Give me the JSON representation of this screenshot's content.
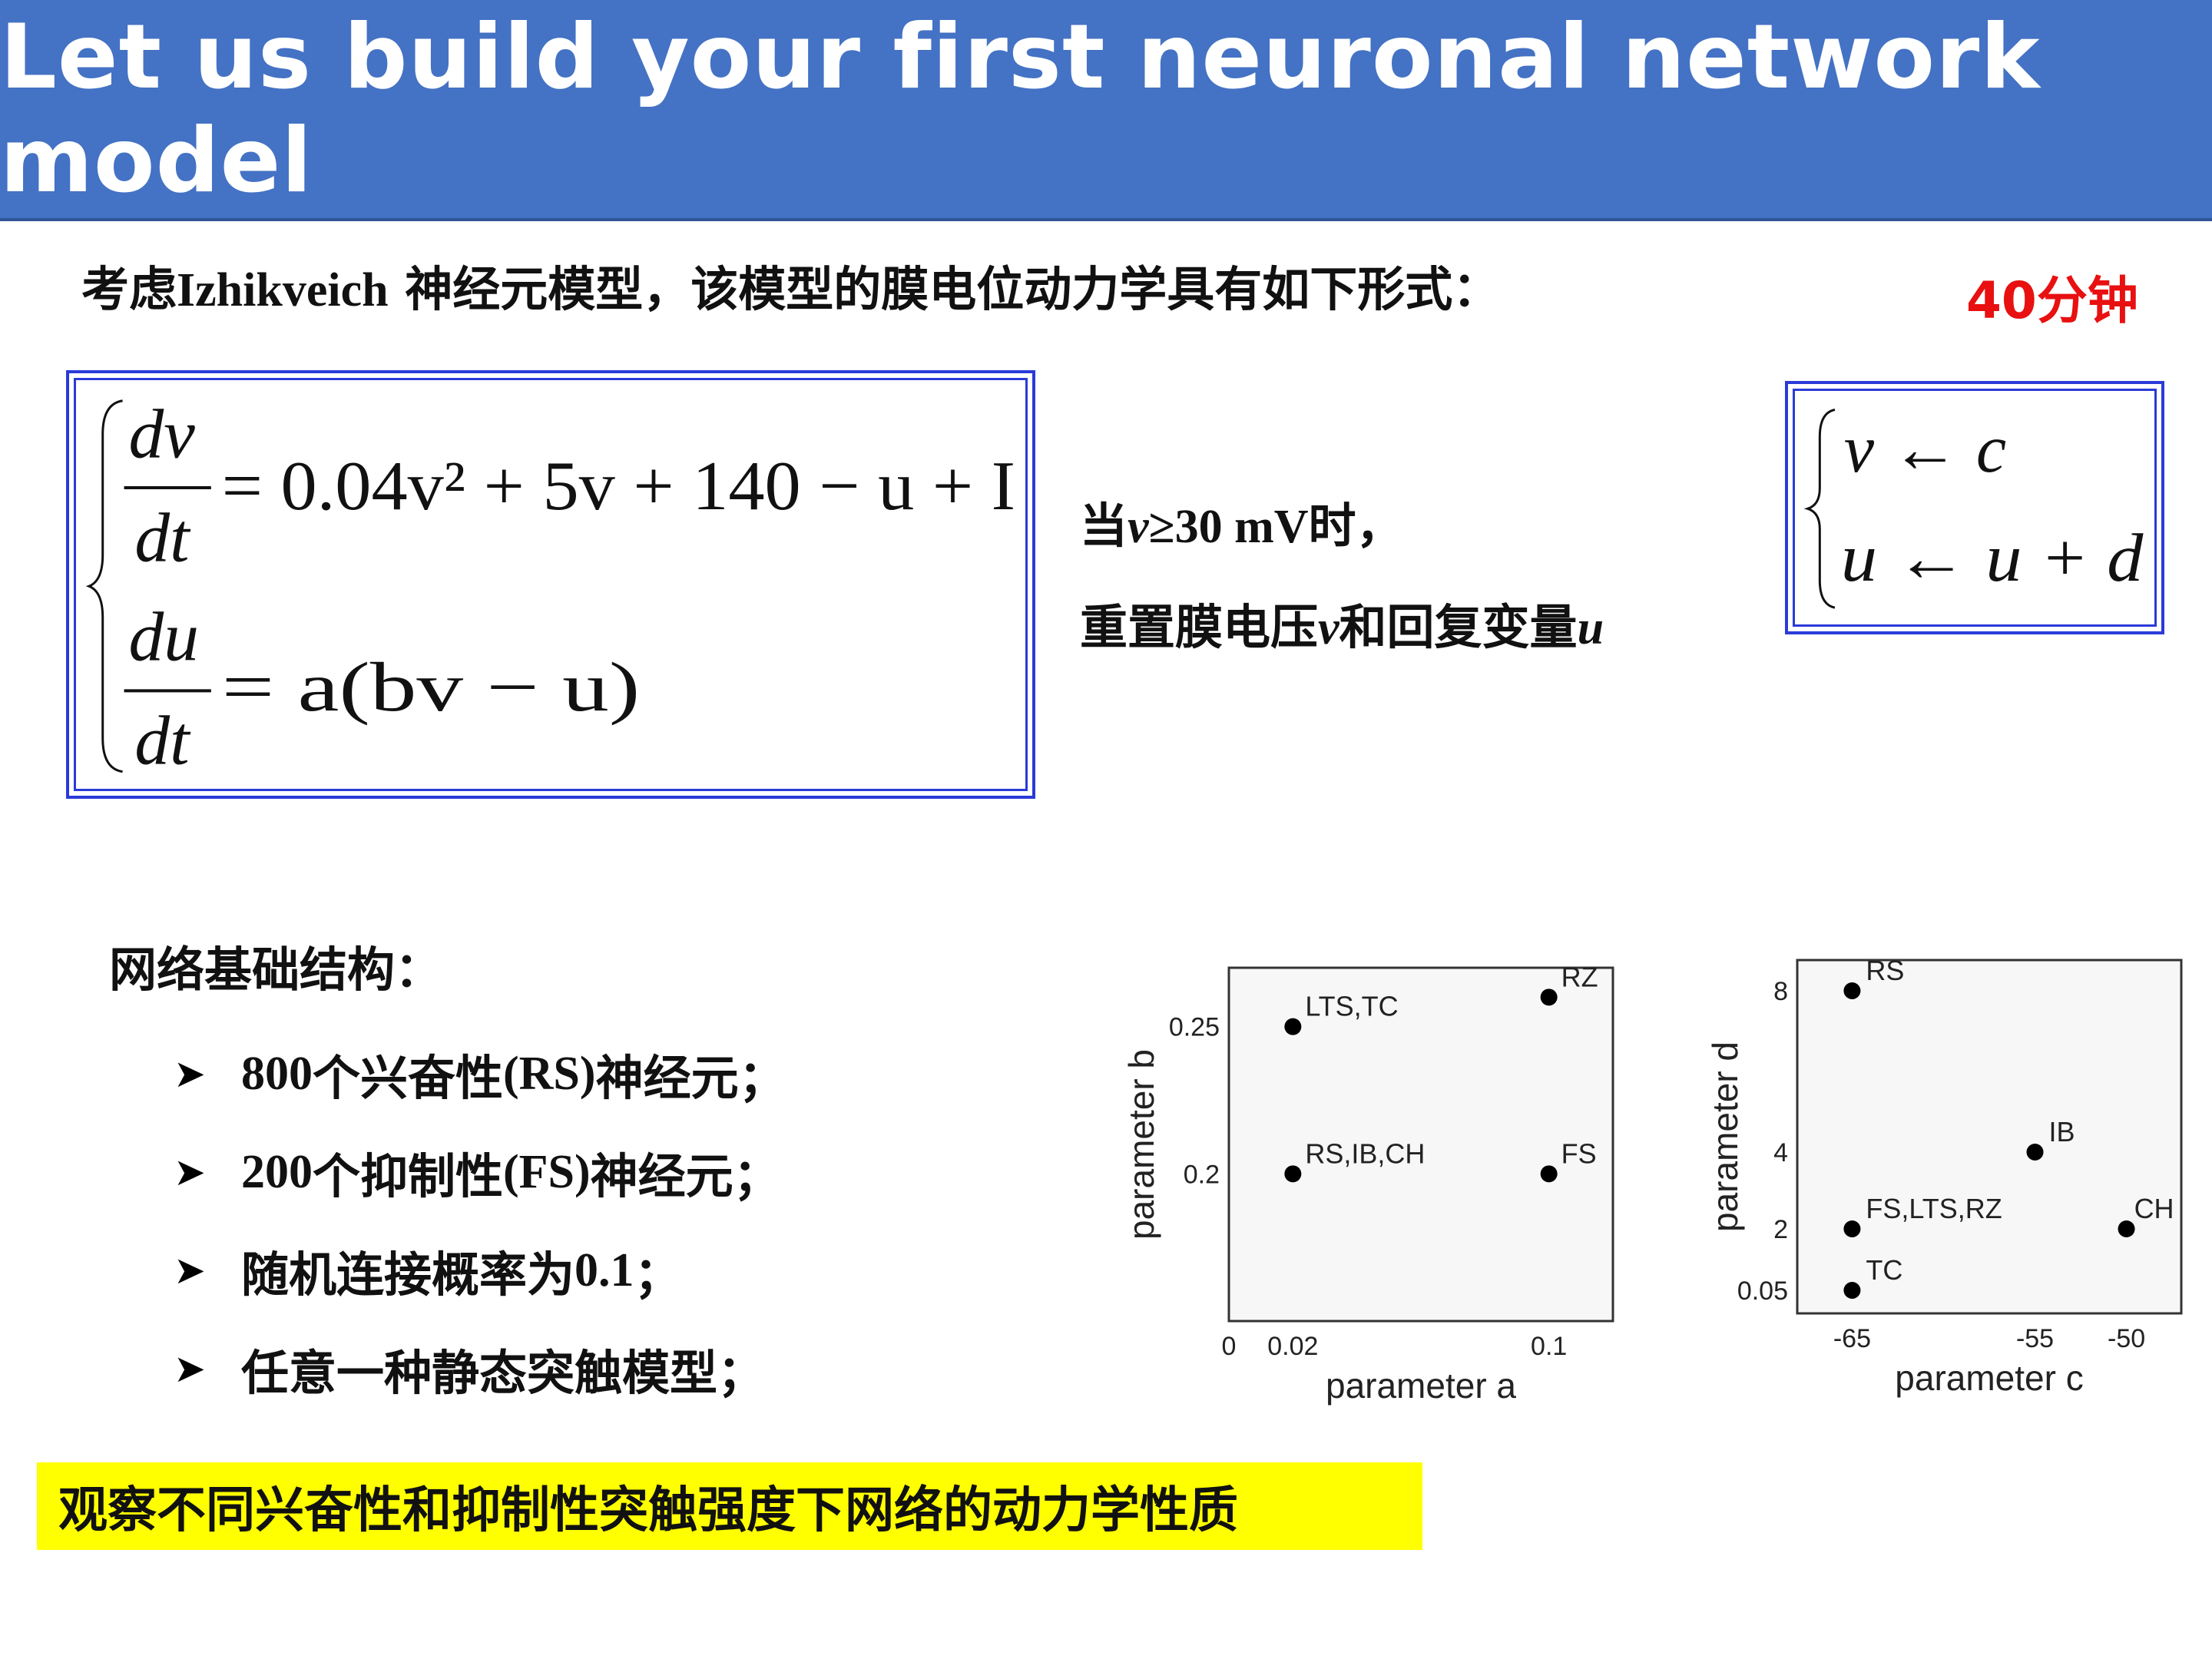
{
  "title": "Let us build your first neuronal network model",
  "intro": {
    "prefix": "考虑",
    "model_name": "Izhikveich",
    "suffix": " 神经元模型，该模型的膜电位动力学具有如下形式："
  },
  "time_badge": "40分钟",
  "equations": {
    "eq1_lhs_num": "dv",
    "eq1_lhs_den": "dt",
    "eq1_rhs": "= 0.04v² + 5v + 140 − u + I",
    "eq2_lhs_num": "du",
    "eq2_lhs_den": "dt",
    "eq2_rhs": "= a(bv − u)"
  },
  "reset_condition": {
    "line1_a": "当",
    "line1_var": "v",
    "line1_b": "≥30 mV",
    "line1_c": "时，",
    "line2_a": "重置膜电压",
    "line2_var1": "v",
    "line2_b": "和回复变量",
    "line2_var2": "u"
  },
  "reset_equations": {
    "line1": "v ← c",
    "line2": "u ← u + d"
  },
  "network": {
    "title": "网络基础结构：",
    "items": [
      {
        "num": "800",
        "text": "个兴奋性",
        "paren": "(RS)",
        "tail": "神经元；"
      },
      {
        "num": "200",
        "text": "个抑制性",
        "paren": "(FS)",
        "tail": "神经元；"
      },
      {
        "num": "",
        "text": "随机连接概率为",
        "paren": "0.1",
        "tail": "；"
      },
      {
        "num": "",
        "text": "任意一种静态突触模型；",
        "paren": "",
        "tail": ""
      }
    ]
  },
  "highlight_text": "观察不同兴奋性和抑制性突触强度下网络的动力学性质",
  "chart_data": [
    {
      "type": "scatter",
      "xlabel": "parameter a",
      "ylabel": "parameter b",
      "x_ticks": [
        "0",
        "0.02",
        "0.1"
      ],
      "y_ticks": [
        "0.2",
        "0.25"
      ],
      "xlim": [
        0,
        0.12
      ],
      "ylim": [
        0.15,
        0.27
      ],
      "points": [
        {
          "label": "LTS,TC",
          "x": 0.02,
          "y": 0.25
        },
        {
          "label": "RZ",
          "x": 0.1,
          "y": 0.26
        },
        {
          "label": "RS,IB,CH",
          "x": 0.02,
          "y": 0.2
        },
        {
          "label": "FS",
          "x": 0.1,
          "y": 0.2
        }
      ]
    },
    {
      "type": "scatter",
      "xlabel": "parameter c",
      "ylabel": "parameter d",
      "x_ticks": [
        "-65",
        "-55",
        "-50"
      ],
      "y_ticks": [
        "0.05",
        "2",
        "4",
        "8"
      ],
      "points": [
        {
          "label": "RS",
          "x": -65,
          "y": 8
        },
        {
          "label": "IB",
          "x": -55,
          "y": 4
        },
        {
          "label": "FS,LTS,RZ",
          "x": -65,
          "y": 2
        },
        {
          "label": "CH",
          "x": -50,
          "y": 2
        },
        {
          "label": "TC",
          "x": -65,
          "y": 0.05
        }
      ]
    }
  ]
}
